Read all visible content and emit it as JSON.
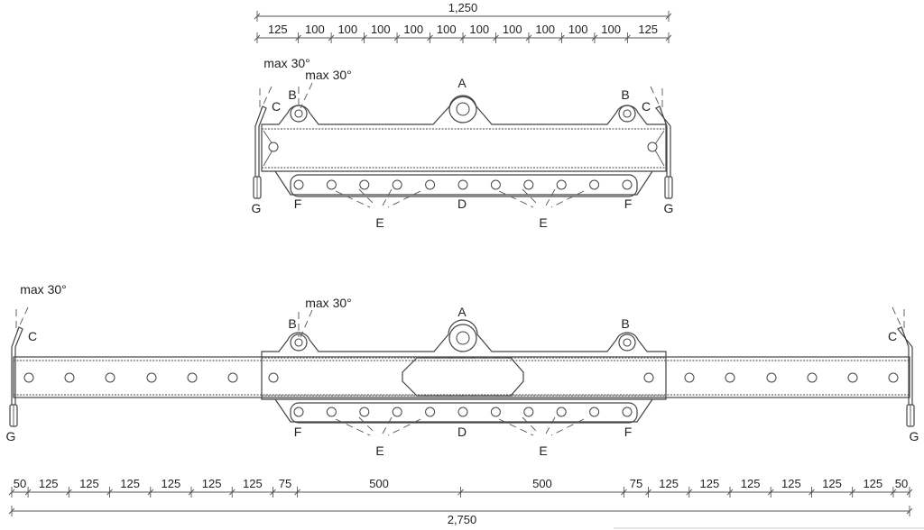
{
  "top_view": {
    "overall_dimension": "1,250",
    "segment_dimensions": [
      "125",
      "100",
      "100",
      "100",
      "100",
      "100",
      "100",
      "100",
      "100",
      "100",
      "100",
      "125"
    ],
    "angle_labels": [
      "max 30°",
      "max 30°"
    ],
    "labels": {
      "A": "A",
      "B_left": "B",
      "B_right": "B",
      "C_left": "C",
      "C_right": "C",
      "D": "D",
      "E_left": "E",
      "E_right": "E",
      "F_left": "F",
      "F_right": "F",
      "G_left": "G",
      "G_right": "G"
    }
  },
  "extended_view": {
    "overall_dimension": "2,750",
    "segment_dimensions": [
      "50",
      "125",
      "125",
      "125",
      "125",
      "125",
      "125",
      "75",
      "500",
      "500",
      "75",
      "125",
      "125",
      "125",
      "125",
      "125",
      "125",
      "50"
    ],
    "angle_labels": [
      "max 30°",
      "max 30°"
    ],
    "labels": {
      "A": "A",
      "B_left": "B",
      "B_right": "B",
      "C_left": "C",
      "C_right": "C",
      "D": "D",
      "E_left": "E",
      "E_right": "E",
      "F_left": "F",
      "F_right": "F",
      "G_left": "G",
      "G_right": "G"
    }
  }
}
